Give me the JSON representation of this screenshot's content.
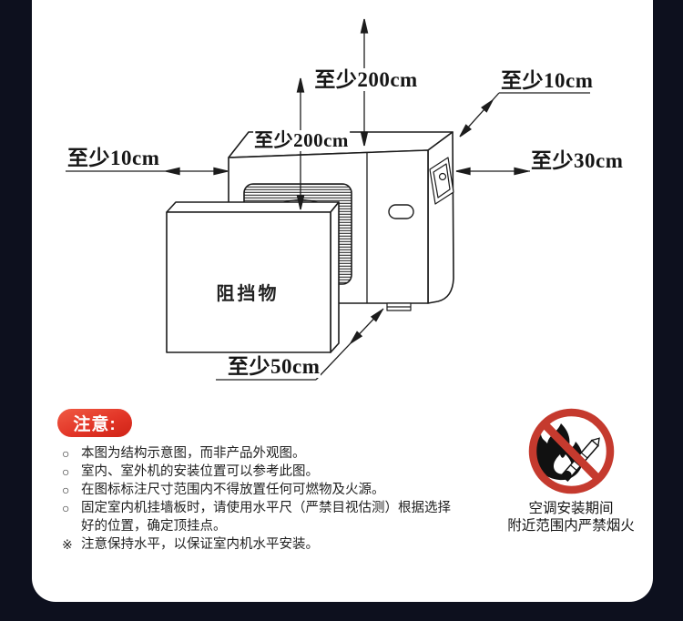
{
  "page": {
    "background_color": "#0d101e",
    "card_color": "#ffffff",
    "accent_red": "#cf3427"
  },
  "diagram": {
    "labels": {
      "above_unit": "至少200cm",
      "above_fan": "至少200cm",
      "left_side": "至少10cm",
      "back_corner": "至少10cm",
      "right_side": "至少30cm",
      "front_side": "至少50cm",
      "obstruction": "阻挡物"
    }
  },
  "notice": {
    "badge": "注意:",
    "items": [
      {
        "marker": "○",
        "text": "本图为结构示意图，而非产品外观图。"
      },
      {
        "marker": "○",
        "text": "室内、室外机的安装位置可以参考此图。"
      },
      {
        "marker": "○",
        "text": "在图标标注尺寸范围内不得放置任何可燃物及火源。"
      },
      {
        "marker": "○",
        "text": "固定室内机挂墙板时，请使用水平尺（严禁目视估测）根据选择好的位置，确定顶挂点。"
      },
      {
        "marker": "※",
        "text": "注意保持水平，以保证室内机水平安装。"
      }
    ]
  },
  "warning": {
    "icon": "no-fire-icon",
    "line1": "空调安装期间",
    "line2": "附近范围内严禁烟火",
    "ring_color": "#c53a2e"
  }
}
